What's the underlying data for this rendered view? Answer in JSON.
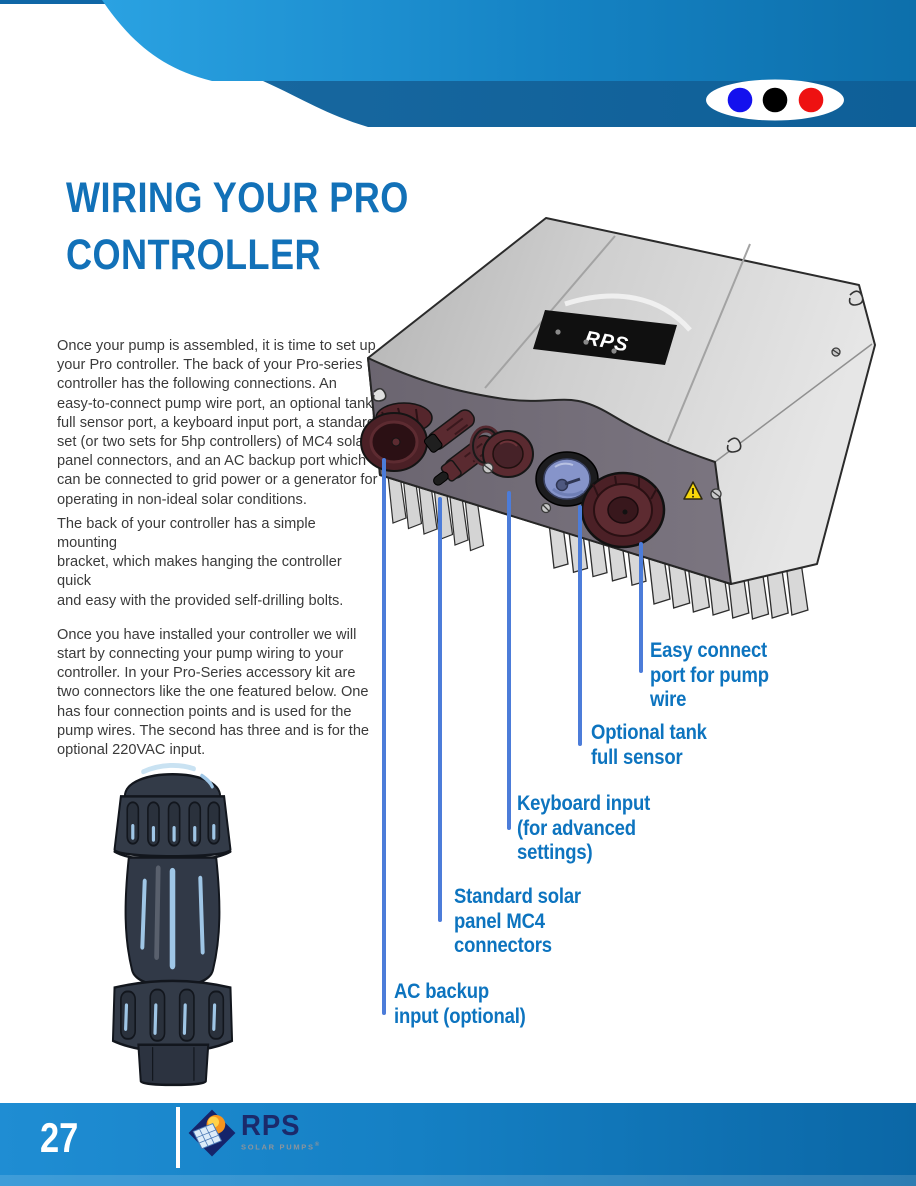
{
  "header": {
    "dot_colors": [
      "#1411ee",
      "#000000",
      "#ee1111"
    ]
  },
  "title": {
    "line1": "WIRING YOUR PRO",
    "line2": "CONTROLLER"
  },
  "body": {
    "paragraphs": [
      "Once your pump is assembled, it is time to set up\nyour Pro controller. The back of your Pro-series\ncontroller has the following connections. An\neasy-to-connect pump wire port, an optional tank\nfull sensor port, a keyboard input port, a standard\nset (or two sets for 5hp controllers) of MC4 solar\npanel connectors, and an AC backup port which\ncan be connected to grid power or a generator for\noperating in non-ideal solar conditions.",
      "The back of your controller has a simple mounting\nbracket, which makes hanging the controller quick\nand easy with the provided self-drilling bolts.",
      "Once you have installed your controller we will\nstart by connecting your pump wiring to your\ncontroller. In your Pro-Series accessory kit are\ntwo connectors like the one featured below.  One\nhas four connection points and is used for the\npump wires.  The second has three and is for the\noptional 220VAC input."
    ]
  },
  "device": {
    "brand_label": "RPS"
  },
  "callouts": [
    {
      "label": "Easy connect\nport for pump\nwire"
    },
    {
      "label": "Optional tank\nfull sensor"
    },
    {
      "label": "Keyboard input\n(for advanced\nsettings)"
    },
    {
      "label": "Standard solar\npanel MC4\nconnectors"
    },
    {
      "label": "AC backup\ninput (optional)"
    }
  ],
  "footer": {
    "page_number": "27",
    "brand": "RPS",
    "brand_subtitle": "SOLAR PUMPS",
    "registered_mark": "®"
  },
  "icons": {
    "header_badge_dots": [
      "blue-dot",
      "black-dot",
      "red-dot"
    ],
    "device_warning": "warning-triangle",
    "footer_logo": "rps-diamond-solar-panel-sun"
  },
  "colors": {
    "accent_blue": "#1271b8",
    "callout_text": "#0d74bf",
    "leader_line": "#4c7cd9",
    "header_light_swoosh": "#2aa2e2",
    "header_dark_band": "#11649d",
    "footer_left": "#1f8dd3",
    "footer_right": "#0b67a6",
    "body_text": "#3a3a3a"
  }
}
